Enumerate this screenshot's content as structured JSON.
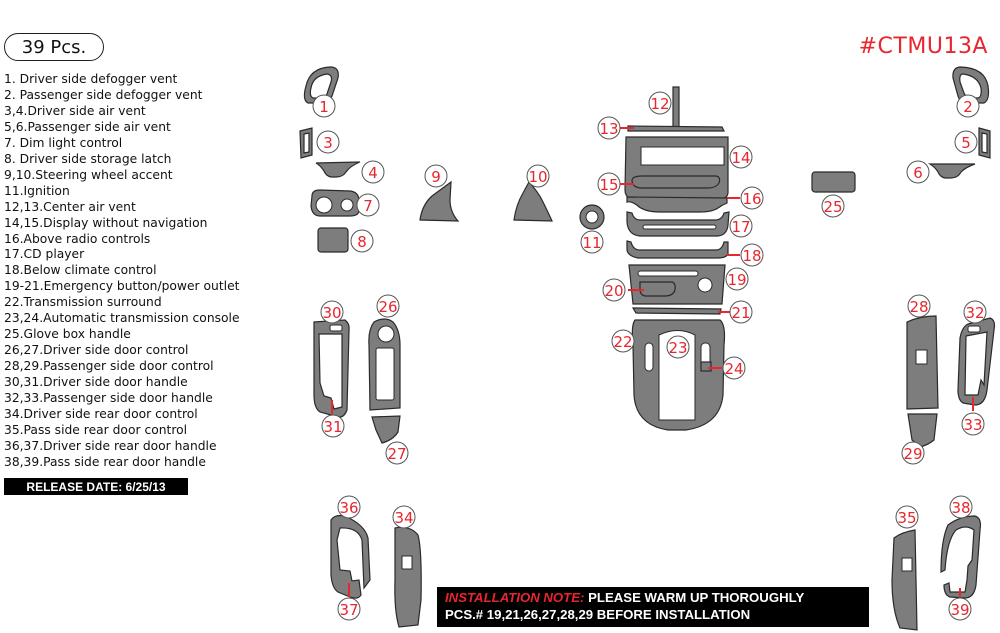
{
  "header": {
    "piece_count": "39 Pcs.",
    "kit_code": "#CTMU13A"
  },
  "legend": [
    "1.  Driver side defogger vent",
    "2.  Passenger side defogger vent",
    "3,4.Driver side air vent",
    "5,6.Passenger side air vent",
    "7.  Dim light control",
    "8.  Driver side storage latch",
    "9,10.Steering wheel accent",
    "11.Ignition",
    "12,13.Center air vent",
    "14,15.Display without navigation",
    "16.Above radio controls",
    "17.CD player",
    "18.Below climate control",
    "19-21.Emergency button/power outlet",
    "22.Transmission surround",
    "23,24.Automatic transmission console",
    "25.Glove box handle",
    "26,27.Driver side door control",
    "28,29.Passenger side door control",
    "30,31.Driver side door handle",
    "32,33.Passenger side door handle",
    "34.Driver side rear door control",
    "35.Pass side rear door control",
    "36,37.Driver side rear door handle",
    "38,39.Pass side rear door handle"
  ],
  "release_date": "RELEASE DATE: 6/25/13",
  "installation_note": {
    "label": "INSTALLATION NOTE:",
    "line1": " PLEASE WARM UP THOROUGHLY",
    "line2": "PCS.# 19,21,26,27,28,29 BEFORE INSTALLATION"
  },
  "callouts": [
    "1",
    "2",
    "3",
    "4",
    "5",
    "6",
    "7",
    "8",
    "9",
    "10",
    "11",
    "12",
    "13",
    "14",
    "15",
    "16",
    "17",
    "18",
    "19",
    "20",
    "21",
    "22",
    "23",
    "24",
    "25",
    "26",
    "27",
    "28",
    "29",
    "30",
    "31",
    "32",
    "33",
    "34",
    "35",
    "36",
    "37",
    "38",
    "39"
  ],
  "colors": {
    "accent": "#e8262e",
    "part_fill": "#7d7d7d",
    "note_bg": "#000000"
  }
}
